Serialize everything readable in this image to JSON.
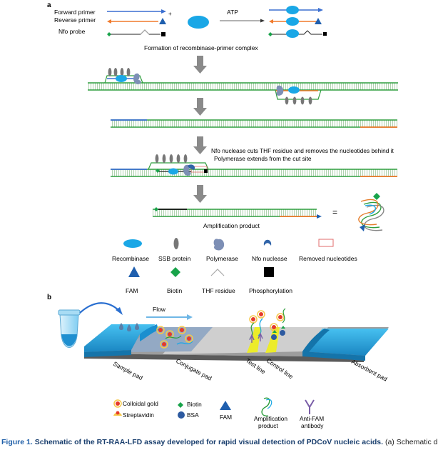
{
  "panel_a": {
    "label": "a",
    "forward_primer": "Forward primer",
    "reverse_primer": "Reverse primer",
    "nfo_probe": "Nfo probe",
    "plus": "+",
    "atp": "ATP",
    "formation": "Formation of  recombinase-primer complex",
    "nfo_cut_line1": "Nfo nuclease cuts THF residue and removes the nucleotides behind it",
    "nfo_cut_line2": "Polymerase extends from the cut site",
    "equals": "=",
    "amplification_product": "Amplification product"
  },
  "legend_a": {
    "recombinase": "Recombinase",
    "ssb": "SSB protein",
    "polymerase": "Polymerase",
    "nfo_nuclease": "Nfo nuclease",
    "removed": "Removed nucleotides",
    "fam": "FAM",
    "biotin": "Biotin",
    "thf": "THF residue",
    "phos": "Phosphorylation"
  },
  "panel_b": {
    "label": "b",
    "flow": "Flow",
    "sample_pad": "Sample pad",
    "conjugate_pad": "Conjugate pad",
    "test_line": "Test line",
    "control_line": "Control line",
    "absorbent_pad": "Absorbent pad"
  },
  "legend_b": {
    "colloidal_gold": "Colloidal gold",
    "streptavidin": "Streptavidin",
    "biotin": "Biotin",
    "bsa": "BSA",
    "fam": "FAM",
    "amp_line1": "Amplification",
    "amp_line2": "product",
    "anti_line1": "Anti-FAM",
    "anti_line2": "antibody"
  },
  "caption": {
    "label": "Figure 1.",
    "title": "Schematic of the RT-RAA-LFD assay developed for rapid visual detection of PDCoV nucleic acids.",
    "rest": "(a) Schematic diagram"
  },
  "colors": {
    "forward": "#3b6fd1",
    "reverse": "#f07a2c",
    "recombinase": "#1aa7e6",
    "ssb": "#777777",
    "polymerase": "#7d8fb5",
    "nfo": "#2f63a8",
    "fam": "#1f5fae",
    "biotin": "#18a34a",
    "dna_green": "#2e9e3e",
    "strip_blue": "#2aa8e0",
    "yellow_line": "#ecec2a"
  }
}
